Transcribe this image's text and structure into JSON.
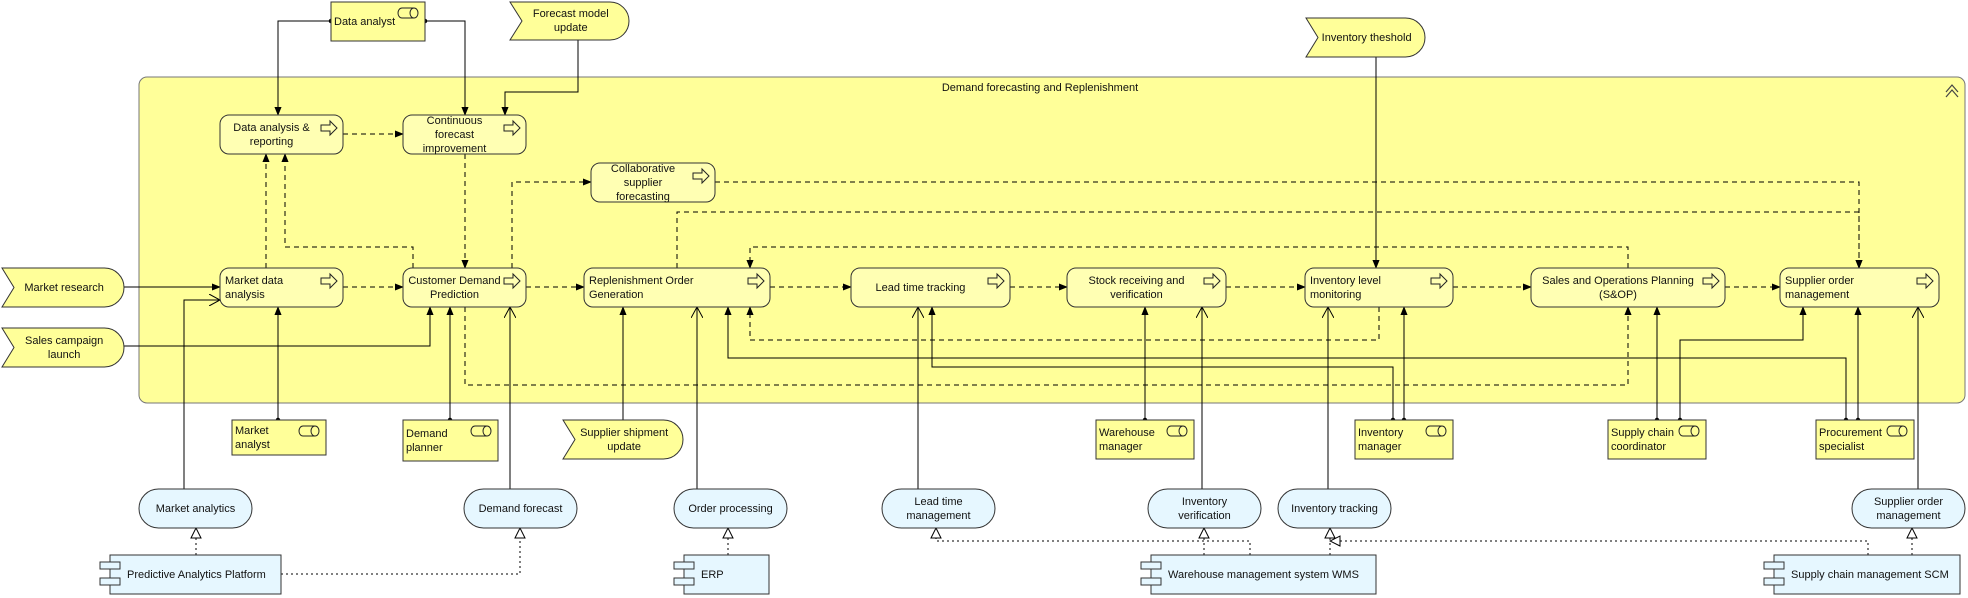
{
  "group": {
    "title": "Demand forecasting and Replenishment"
  },
  "processes": [
    {
      "id": "data_analysis",
      "label": "Data analysis & reporting"
    },
    {
      "id": "continuous_forecast",
      "label": "Continuous forecast improvement"
    },
    {
      "id": "collab_supplier",
      "label": "Collaborative supplier forecasting"
    },
    {
      "id": "market_data",
      "label": "Market data analysis"
    },
    {
      "id": "customer_demand",
      "label": "Customer Demand Prediction"
    },
    {
      "id": "replenishment",
      "label": "Replenishment Order Generation"
    },
    {
      "id": "lead_time_tracking",
      "label": "Lead time tracking"
    },
    {
      "id": "stock_receiving",
      "label": "Stock receiving and verification"
    },
    {
      "id": "inventory_monitoring",
      "label": "Inventory level monitoring"
    },
    {
      "id": "sop",
      "label": "Sales and Operations Planning (S&OP)"
    },
    {
      "id": "supplier_order_mgmt",
      "label": "Supplier order management"
    }
  ],
  "roles": [
    {
      "id": "data_analyst",
      "label": "Data analyst"
    },
    {
      "id": "market_analyst",
      "label": "Market analyst"
    },
    {
      "id": "demand_planner",
      "label": "Demand planner"
    },
    {
      "id": "warehouse_manager",
      "label": "Warehouse manager"
    },
    {
      "id": "inventory_manager",
      "label": "Inventory manager"
    },
    {
      "id": "supply_chain_coord",
      "label": "Supply chain coordinator"
    },
    {
      "id": "procurement_specialist",
      "label": "Procurement specialist"
    }
  ],
  "events": [
    {
      "id": "forecast_model_update",
      "label": "Forecast model update"
    },
    {
      "id": "inventory_threshold",
      "label": "Inventory theshold"
    },
    {
      "id": "market_research",
      "label": "Market research"
    },
    {
      "id": "sales_campaign",
      "label": "Sales campaign launch"
    },
    {
      "id": "supplier_shipment",
      "label": "Supplier shipment update"
    }
  ],
  "services": [
    {
      "id": "market_analytics",
      "label": "Market analytics"
    },
    {
      "id": "demand_forecast",
      "label": "Demand forecast"
    },
    {
      "id": "order_processing",
      "label": "Order processing"
    },
    {
      "id": "lead_time_mgmt",
      "label": "Lead time management"
    },
    {
      "id": "inventory_verification",
      "label": "Inventory verification"
    },
    {
      "id": "inventory_tracking",
      "label": "Inventory tracking"
    },
    {
      "id": "supplier_order_service",
      "label": "Supplier order management"
    }
  ],
  "components": [
    {
      "id": "predictive_platform",
      "label": "Predictive Analytics Platform"
    },
    {
      "id": "erp",
      "label": "ERP"
    },
    {
      "id": "wms",
      "label": "Warehouse management system WMS"
    },
    {
      "id": "scm",
      "label": "Supply chain management SCM"
    }
  ],
  "colors": {
    "group_fill": "#ffff99",
    "process_fill": "#ffffb3",
    "role_fill": "#ffff99",
    "event_fill": "#ffff99",
    "service_fill": "#e6f7ff",
    "component_fill": "#e6f7ff",
    "stroke": "#555555",
    "edge": "#000000"
  }
}
